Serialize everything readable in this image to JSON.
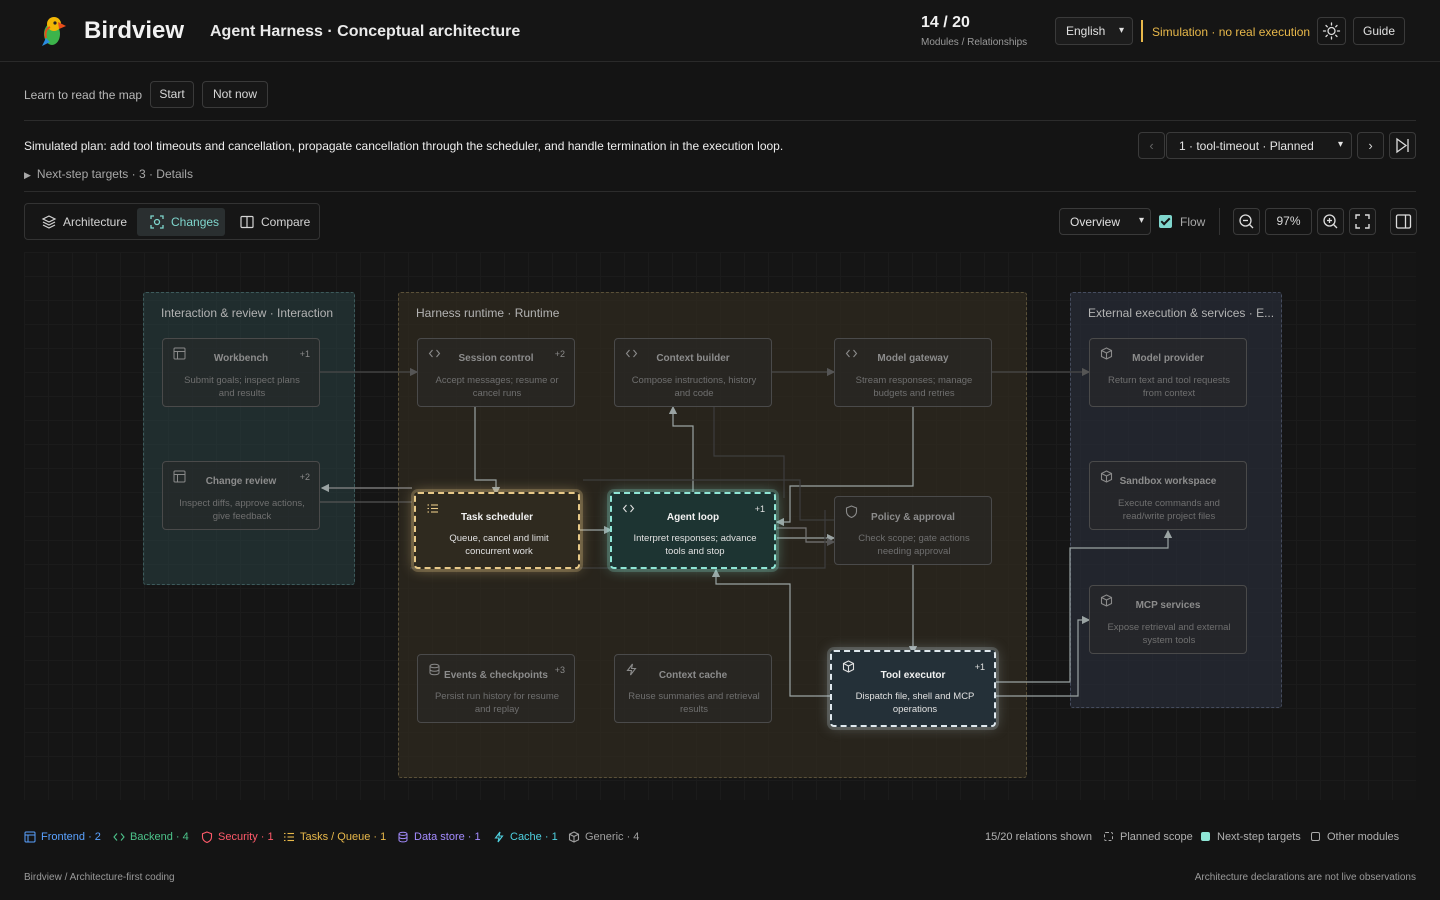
{
  "header": {
    "brand": "Birdview",
    "title": "Agent Harness · Conceptual architecture",
    "counter": "14 / 20",
    "counter_sub": "Modules / Relationships",
    "language": "English",
    "simulation": "Simulation · no real execution",
    "guide_label": "Guide",
    "accent": "#e8b84a"
  },
  "learn": {
    "label": "Learn to read the map",
    "start_label": "Start",
    "dismiss_label": "Not now"
  },
  "plan": {
    "text": "Simulated plan: add tool timeouts and cancellation, propagate cancellation through the scheduler, and handle termination in the execution loop.",
    "details": "Next-step targets · 3 · Details",
    "step": "1 · tool-timeout · Planned"
  },
  "toolbar": {
    "tabs": [
      "Architecture",
      "Changes",
      "Compare"
    ],
    "active_tab": "Changes",
    "view": "Overview",
    "flow_label": "Flow",
    "zoom": "97%",
    "accent": "#7fd6cd"
  },
  "groups": {
    "interaction": "Interaction & review · Interaction",
    "runtime": "Harness runtime · Runtime",
    "external": "External execution & services · E..."
  },
  "nodes": {
    "workbench": {
      "title": "Workbench",
      "desc": "Submit goals; inspect plans and results",
      "badge": "+1",
      "icon": "layout-icon"
    },
    "change_review": {
      "title": "Change review",
      "desc": "Inspect diffs, approve actions, give feedback",
      "badge": "+2",
      "icon": "layout-icon"
    },
    "session_control": {
      "title": "Session control",
      "desc": "Accept messages; resume or cancel runs",
      "badge": "+2",
      "icon": "code-icon"
    },
    "context_builder": {
      "title": "Context builder",
      "desc": "Compose instructions, history and code",
      "badge": "",
      "icon": "code-icon"
    },
    "model_gateway": {
      "title": "Model gateway",
      "desc": "Stream responses; manage budgets and retries",
      "badge": "",
      "icon": "code-icon"
    },
    "task_scheduler": {
      "title": "Task scheduler",
      "desc": "Queue, cancel and limit concurrent work",
      "badge": "",
      "icon": "list-icon"
    },
    "agent_loop": {
      "title": "Agent loop",
      "desc": "Interpret responses; advance tools and stop",
      "badge": "+1",
      "icon": "code-icon"
    },
    "policy_approval": {
      "title": "Policy & approval",
      "desc": "Check scope; gate actions needing approval",
      "badge": "",
      "icon": "shield-icon"
    },
    "events_checkpoints": {
      "title": "Events & checkpoints",
      "desc": "Persist run history for resume and replay",
      "badge": "+3",
      "icon": "database-icon"
    },
    "context_cache": {
      "title": "Context cache",
      "desc": "Reuse summaries and retrieval results",
      "badge": "",
      "icon": "bolt-icon"
    },
    "tool_executor": {
      "title": "Tool executor",
      "desc": "Dispatch file, shell and MCP operations",
      "badge": "+1",
      "icon": "cube-icon"
    },
    "model_provider": {
      "title": "Model provider",
      "desc": "Return text and tool requests from context",
      "badge": "",
      "icon": "cube-icon"
    },
    "sandbox_workspace": {
      "title": "Sandbox workspace",
      "desc": "Execute commands and read/write project files",
      "badge": "",
      "icon": "cube-icon"
    },
    "mcp_services": {
      "title": "MCP services",
      "desc": "Expose retrieval and external system tools",
      "badge": "",
      "icon": "cube-icon"
    }
  },
  "legend": {
    "categories": [
      {
        "label": "Frontend · 2",
        "color": "#5aa2ff",
        "icon": "layout-icon"
      },
      {
        "label": "Backend · 4",
        "color": "#4cc38a",
        "icon": "code-icon"
      },
      {
        "label": "Security · 1",
        "color": "#ff5a6a",
        "icon": "shield-icon"
      },
      {
        "label": "Tasks / Queue · 1",
        "color": "#e8b84a",
        "icon": "list-icon"
      },
      {
        "label": "Data store · 1",
        "color": "#a48cff",
        "icon": "database-icon"
      },
      {
        "label": "Cache · 1",
        "color": "#4fd1e0",
        "icon": "bolt-icon"
      },
      {
        "label": "Generic · 4",
        "color": "#a0a0a0",
        "icon": "cube-icon"
      }
    ],
    "relations": "15/20 relations shown",
    "planned": "Planned scope",
    "targets": "Next-step targets",
    "others": "Other modules",
    "target_color": "#8fe6d6"
  },
  "footer": {
    "left": "Birdview / Architecture-first coding",
    "right": "Architecture declarations are not live observations"
  }
}
